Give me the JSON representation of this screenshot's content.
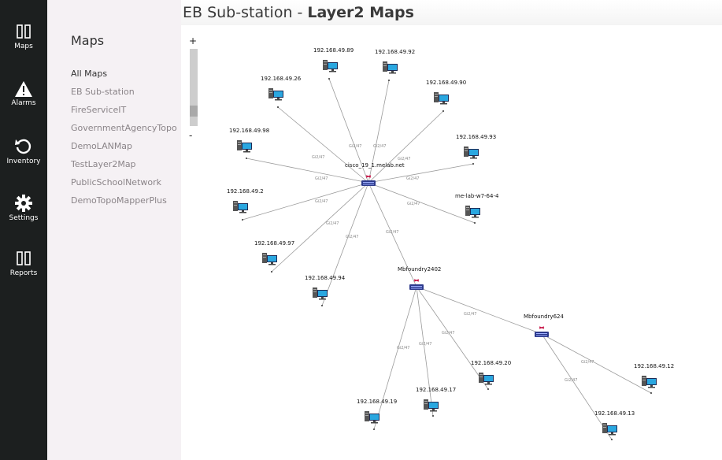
{
  "nav": {
    "items": [
      {
        "label": "Maps",
        "icon": "maps-icon"
      },
      {
        "label": "Alarms",
        "icon": "alarm-icon"
      },
      {
        "label": "Inventory",
        "icon": "refresh-icon"
      },
      {
        "label": "Settings",
        "icon": "gear-icon"
      },
      {
        "label": "Reports",
        "icon": "reports-icon"
      }
    ]
  },
  "sidebar": {
    "title": "Maps",
    "items": [
      "All Maps",
      "EB Sub-station",
      "FireServiceIT",
      "GovernmentAgencyTopo",
      "DemoLANMap",
      "TestLayer2Map",
      "PublicSchoolNetwork",
      "DemoTopoMapperPlus"
    ],
    "active_index": 0
  },
  "header": {
    "title_prefix": "EB Sub-station - ",
    "title_main": "Layer2 Maps"
  },
  "zoom": {
    "plus_label": "+",
    "minus_label": "-",
    "level": 0.86
  },
  "topology": {
    "nodes": [
      {
        "id": "hub",
        "label": "cisco_19_1.melab.net",
        "type": "switch"
      },
      {
        "id": "mb2402",
        "label": "Mbfoundry2402",
        "type": "switch"
      },
      {
        "id": "mb624",
        "label": "Mbfoundry624",
        "type": "switch"
      },
      {
        "id": "n89",
        "label": "192.168.49.89",
        "type": "host"
      },
      {
        "id": "n92",
        "label": "192.168.49.92",
        "type": "host"
      },
      {
        "id": "n26",
        "label": "192.168.49.26",
        "type": "host"
      },
      {
        "id": "n90",
        "label": "192.168.49.90",
        "type": "host"
      },
      {
        "id": "n98",
        "label": "192.168.49.98",
        "type": "host"
      },
      {
        "id": "n93",
        "label": "192.168.49.93",
        "type": "host"
      },
      {
        "id": "n2",
        "label": "192.168.49.2",
        "type": "host"
      },
      {
        "id": "me",
        "label": "me-lab-w7-64-4",
        "type": "host"
      },
      {
        "id": "n97",
        "label": "192.168.49.97",
        "type": "host"
      },
      {
        "id": "n94",
        "label": "192.168.49.94",
        "type": "host"
      },
      {
        "id": "n20",
        "label": "192.168.49.20",
        "type": "host"
      },
      {
        "id": "n12",
        "label": "192.168.49.12",
        "type": "host"
      },
      {
        "id": "n17",
        "label": "192.168.49.17",
        "type": "host"
      },
      {
        "id": "n19",
        "label": "192.168.49.19",
        "type": "host"
      },
      {
        "id": "n13",
        "label": "192.168.49.13",
        "type": "host"
      }
    ],
    "links": [
      {
        "from": "hub",
        "to": "n89",
        "label": "Gi2/47"
      },
      {
        "from": "hub",
        "to": "n92",
        "label": "Gi2/47"
      },
      {
        "from": "hub",
        "to": "n26",
        "label": "Gi2/47"
      },
      {
        "from": "hub",
        "to": "n90",
        "label": "Gi2/47"
      },
      {
        "from": "hub",
        "to": "n98",
        "label": "Gi2/47"
      },
      {
        "from": "hub",
        "to": "n93",
        "label": "Gi2/47"
      },
      {
        "from": "hub",
        "to": "n2",
        "label": "Gi2/47"
      },
      {
        "from": "hub",
        "to": "me",
        "label": "Gi2/47"
      },
      {
        "from": "hub",
        "to": "n97",
        "label": "Gi2/47"
      },
      {
        "from": "hub",
        "to": "n94",
        "label": "Gi2/47"
      },
      {
        "from": "hub",
        "to": "mb2402",
        "label": "Gi2/47"
      },
      {
        "from": "mb2402",
        "to": "n19",
        "label": "Gi2/47"
      },
      {
        "from": "mb2402",
        "to": "n17",
        "label": "Gi2/47"
      },
      {
        "from": "mb2402",
        "to": "n20",
        "label": "Gi2/47"
      },
      {
        "from": "mb2402",
        "to": "mb624",
        "label": "Gi2/47"
      },
      {
        "from": "mb624",
        "to": "n12",
        "label": "Gi2/47"
      },
      {
        "from": "mb624",
        "to": "n13",
        "label": "Gi2/47"
      }
    ]
  }
}
